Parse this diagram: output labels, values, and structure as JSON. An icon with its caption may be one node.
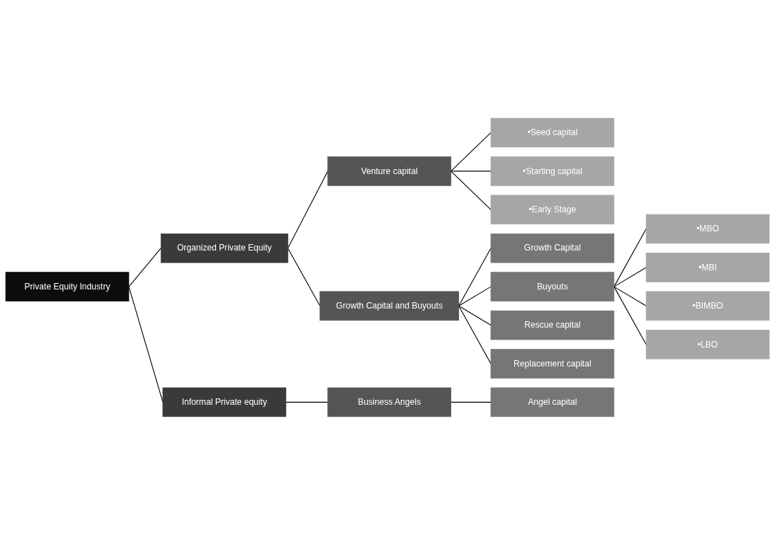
{
  "diagram": {
    "nodes": [
      {
        "text": [
          "Private Equity Industry"
        ]
      },
      {
        "text": [
          "Organized Private Equity"
        ]
      },
      {
        "text": [
          "Informal Private equity"
        ]
      },
      {
        "text": [
          "Venture capital"
        ]
      },
      {
        "text": [
          "Growth Capital and Buyouts"
        ]
      },
      {
        "text": [
          "Business Angels"
        ]
      },
      {
        "text": [
          "•Seed capital"
        ]
      },
      {
        "text": [
          "•Starting capital"
        ]
      },
      {
        "text": [
          "•Early Stage"
        ]
      },
      {
        "text": [
          "Growth Capital"
        ]
      },
      {
        "text": [
          "Buyouts"
        ]
      },
      {
        "text": [
          "Rescue capital"
        ]
      },
      {
        "text": [
          "Replacement capital"
        ]
      },
      {
        "text": [
          "Angel capital"
        ]
      },
      {
        "text": [
          "•MBO"
        ]
      },
      {
        "text": [
          "•MBI"
        ]
      },
      {
        "text": [
          "•BIMBO"
        ]
      },
      {
        "text": [
          "•LBO"
        ]
      }
    ],
    "edges": [
      {
        "from": 0,
        "to": 1,
        "arrow": "none"
      },
      {
        "from": 0,
        "to": 2,
        "arrow": "none"
      },
      {
        "from": 1,
        "to": 3,
        "arrow": "none"
      },
      {
        "from": 1,
        "to": 4,
        "arrow": "none"
      },
      {
        "from": 2,
        "to": 5,
        "arrow": "none"
      },
      {
        "from": 3,
        "to": 6,
        "arrow": "none"
      },
      {
        "from": 3,
        "to": 7,
        "arrow": "none"
      },
      {
        "from": 3,
        "to": 8,
        "arrow": "none"
      },
      {
        "from": 4,
        "to": 9,
        "arrow": "none"
      },
      {
        "from": 4,
        "to": 10,
        "arrow": "none"
      },
      {
        "from": 4,
        "to": 11,
        "arrow": "none"
      },
      {
        "from": 4,
        "to": 12,
        "arrow": "none"
      },
      {
        "from": 5,
        "to": 13,
        "arrow": "none"
      },
      {
        "from": 10,
        "to": 14,
        "arrow": "none"
      },
      {
        "from": 10,
        "to": 15,
        "arrow": "none"
      },
      {
        "from": 10,
        "to": 16,
        "arrow": "none"
      },
      {
        "from": 10,
        "to": 17,
        "arrow": "none"
      }
    ]
  }
}
